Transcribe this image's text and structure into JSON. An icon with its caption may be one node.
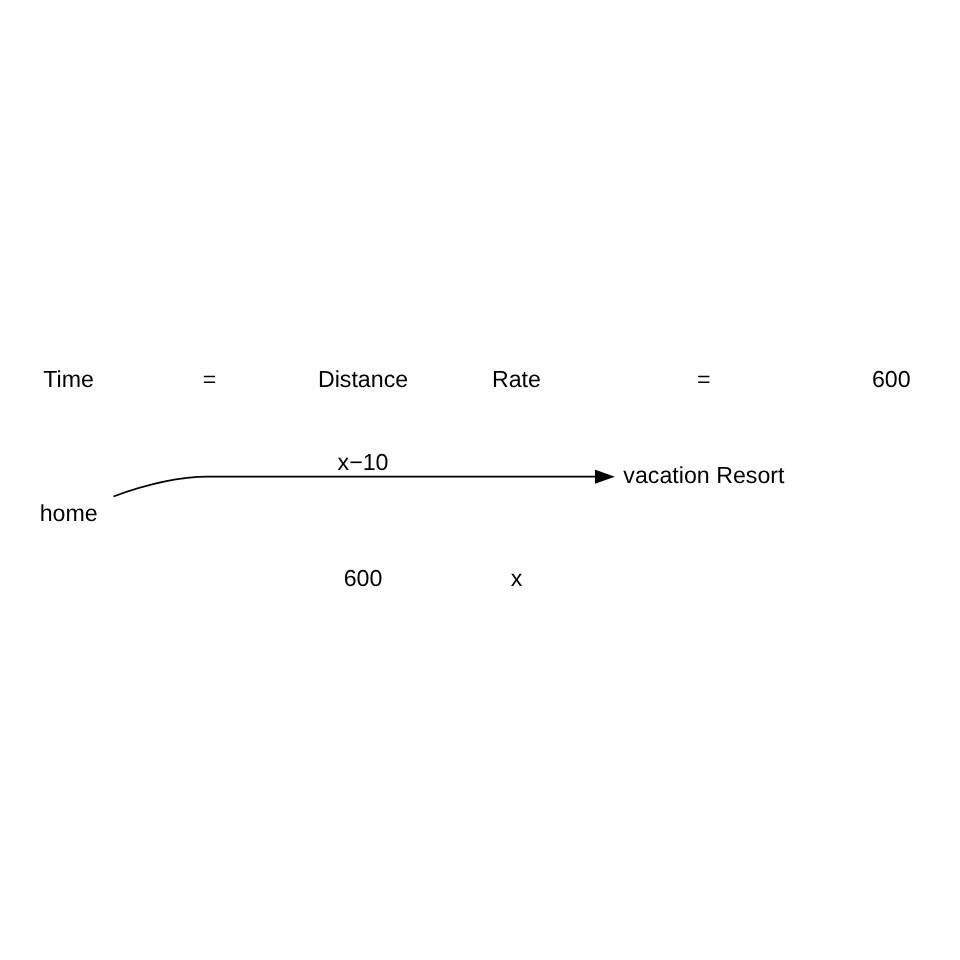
{
  "diagram": {
    "nodes": [
      {
        "text": [
          "home"
        ]
      },
      {
        "text": [
          "vacation Resort"
        ]
      }
    ],
    "edges": [
      {
        "from": 0,
        "to": 1,
        "arrow": "to",
        "label": "x−10"
      }
    ],
    "labels": [
      "600",
      "x",
      "Time",
      "=",
      "Distance",
      "Rate",
      "=",
      "600"
    ]
  }
}
